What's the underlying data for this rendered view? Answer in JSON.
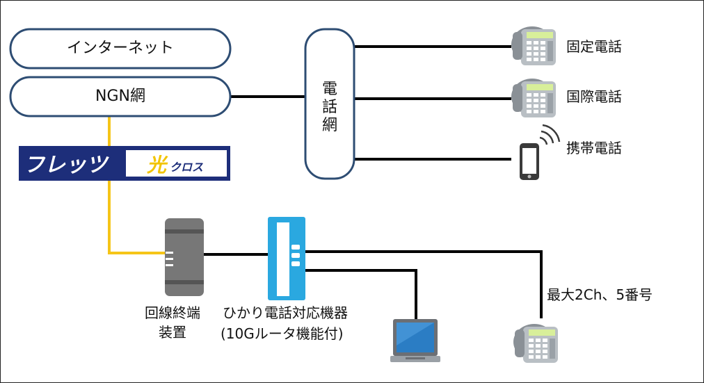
{
  "nodes": {
    "internet": "インターネット",
    "ngn": "NGN網",
    "telnet": "電話網",
    "ont_line1": "回線終端",
    "ont_line2": "装置",
    "router_line1": "ひかり電話対応機器",
    "router_line2": "(10Gルータ機能付)"
  },
  "phones": {
    "fixed": "固定電話",
    "international": "国際電話",
    "mobile": "携帯電話",
    "channels": "最大2Ch、5番号"
  },
  "logo": {
    "left_text": "フレッツ",
    "right_kanji": "光",
    "right_kana": "クロス"
  },
  "colors": {
    "pill_border": "#2e4d73",
    "logo_navy": "#1d2e7a",
    "logo_yellow": "#f2c400",
    "fiber": "#f5c518",
    "router_blue": "#2aa8e0",
    "ont_gray": "#777777"
  }
}
